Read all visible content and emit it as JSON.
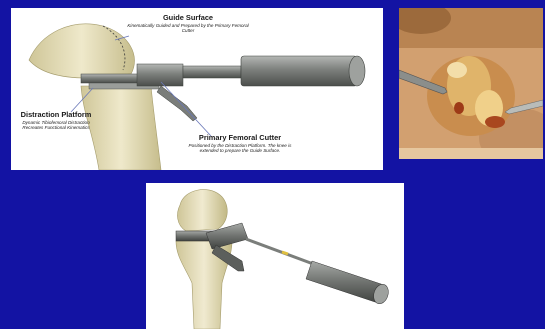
{
  "callouts": {
    "guide_surface": {
      "title": "Guide Surface",
      "subtitle": "Kinematically Guided and Prepared by the Primary Femoral Cutter"
    },
    "distraction_platform": {
      "title": "Distraction Platform",
      "subtitle": "Dynamic Tibiofemoral Distraction Recreates Functional Kinematics"
    },
    "primary_femoral_cutter": {
      "title": "Primary Femoral Cutter",
      "subtitle": "Positioned by the Distraction Platform. The knee is extended to prepare the Guide Surface."
    }
  },
  "colors": {
    "background": "#1313a3",
    "bone": "#e8e2c0",
    "bone_shade": "#c9c092",
    "metal": "#8a8d8a",
    "metal_dark": "#4f524f",
    "tissue": "#d8a878"
  }
}
